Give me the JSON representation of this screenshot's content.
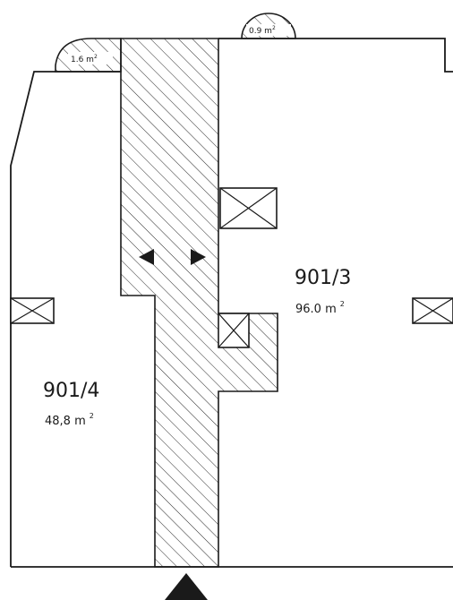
{
  "plan": {
    "units": [
      {
        "id": "unit-901-4",
        "number": "901/4",
        "area": "48,8 m",
        "superscript": "2"
      },
      {
        "id": "unit-901-3",
        "number": "901/3",
        "area": "96.0 m",
        "superscript": "2"
      }
    ],
    "bay_labels": [
      {
        "id": "bay-left",
        "text": "1.6 m",
        "superscript": "2"
      },
      {
        "id": "bay-top",
        "text": "0.9 m",
        "superscript": "2"
      }
    ],
    "colors": {
      "line": "#1a1a1a",
      "hatch": "#2a2a2a",
      "background": "#ffffff"
    }
  }
}
